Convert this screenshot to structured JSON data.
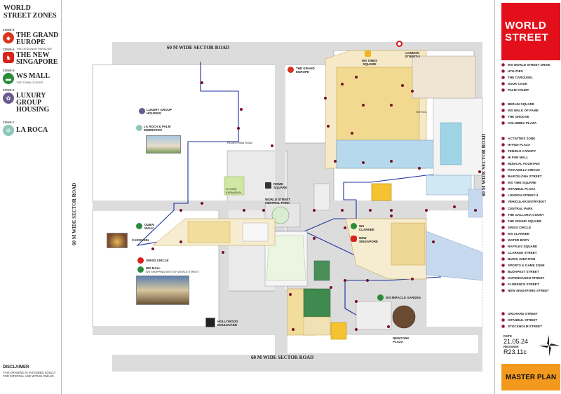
{
  "left_panel": {
    "title": "WORLD STREET ZONES",
    "zones": [
      {
        "tag": "ZONE-3",
        "name": "THE GRAND EUROPE",
        "sub": "THE DESIGNER PARADISE",
        "icon": "grand-europe-icon",
        "color": "#d8341f"
      },
      {
        "tag": "ZONE-4",
        "name": "THE NEW SINGAPORE",
        "sub": "",
        "icon": "singapore-lion-icon",
        "color": "#d9231d"
      },
      {
        "tag": "ZONE-5",
        "name": "WS MALL",
        "sub": "THE TOWN CENTRE",
        "icon": "ws-mall-icon",
        "color": "#2c8b3a"
      },
      {
        "tag": "ZONE-6",
        "name": "LUXURY GROUP HOUSING",
        "sub": "",
        "icon": "luxury-housing-icon",
        "color": "#6b5a8e"
      },
      {
        "tag": "ZONE-7",
        "name": "LA ROCA",
        "sub": "",
        "icon": "la-roca-icon",
        "color": "#8ec7b8"
      }
    ],
    "disclaimer_title": "DISCLAIMER",
    "disclaimer_text": "THIS DRAWING IS INTENDED SOLELY FOR INTERNAL USE WITHIN OMAXE."
  },
  "map": {
    "roads": {
      "top": "60 M WIDE SECTOR ROAD",
      "bottom": "60 M WIDE SECTOR ROAD",
      "left": "60 M WIDE SECTOR ROAD",
      "right": "60 M WIDE SECTOR ROAD"
    },
    "labels": {
      "luxury_group_housing": "LUXURY GROUP HOUSING",
      "la_roca": "LA ROCA & PALM EMBRIATES",
      "the_grand_europe": "THE GRAND EUROPE",
      "ws_times_square": "WS TIMES SQUARE",
      "london_street": "LONDON STREET-3",
      "rome_square": "ROME SQUARE",
      "future_expansion": "FUTURE EXPANSION",
      "world_street_central_park": "WORLD STREET CENTRAL PARK",
      "dubai_walk": "DUBAI WALK",
      "carousel": "CAROUSEL",
      "swiss_circle": "SWISS CIRCLE",
      "ws_mall": "WS MALL",
      "ws_mall_sub": "WS SHOPPING BEST OF WORLD STREET",
      "ws_clarkee": "WS CLARKEE",
      "new_singapore": "NEW SINGAPORE",
      "hollywood_boulevard": "HOLLYWOOD BOULEVARD",
      "ws_miracle_garden": "WS MIRACLE GARDEN",
      "newyork_plaza": "NEWYORK PLAZA",
      "school": "SCHOOL",
      "inner_road": "PEDESTRIAN ROAD"
    }
  },
  "right_panel": {
    "brand_line1": "WORLD",
    "brand_line2": "STREET",
    "legend_group1": [
      "WS WORLD STREET DRIVE",
      "UTILITIES",
      "THE CAROUSEL",
      "SOUK COUK",
      "PALM COURT"
    ],
    "legend_group2": [
      "BERLIN SQUARE",
      "WS WALK OF FAME",
      "THE GROOVE",
      "COLUMBIA PLAZA"
    ],
    "legend_group3": [
      "ACTIVITIES ZONE",
      "HI-FUN PLAZA",
      "TENSILE CANOPY",
      "HI FUN MALL",
      "MUSICAL FOUNTAIN",
      "PICCADILLY CIRCUS",
      "BARCELONA STREET",
      "WS TIME SQUARE",
      "ISTANBUL PLAZA",
      "LONDON STREET-3",
      "VEHICULAR ENTRY/EXIT",
      "CENTRAL PARK",
      "THE GALLARIA COURT",
      "THE GRAND SQUARE",
      "SWISS CIRCLE",
      "WS CLARKEE",
      "WATER BODY",
      "RAFFLES SQUARE",
      "CLARKEE STREET",
      "BUGIS JUNCTION",
      "SPORTS & GAME ZONE",
      "BUDAPEST STREET",
      "COPENHAGEN STREET",
      "FLORENCE STREET",
      "NEW SINGAPORE STREET"
    ],
    "legend_group4": [
      "ORCHARD STREET",
      "ISTANBUL STREET",
      "STOCKHOLM STREET"
    ],
    "date_caption": "DATE",
    "date_value": "21.05.24",
    "revision_caption": "REVISION",
    "revision_value": "R23.11c",
    "master_plan": "MASTER PLAN",
    "marker_color": "#7a0f2a",
    "accent_red": "#e3101c",
    "accent_orange": "#f39a1e"
  }
}
